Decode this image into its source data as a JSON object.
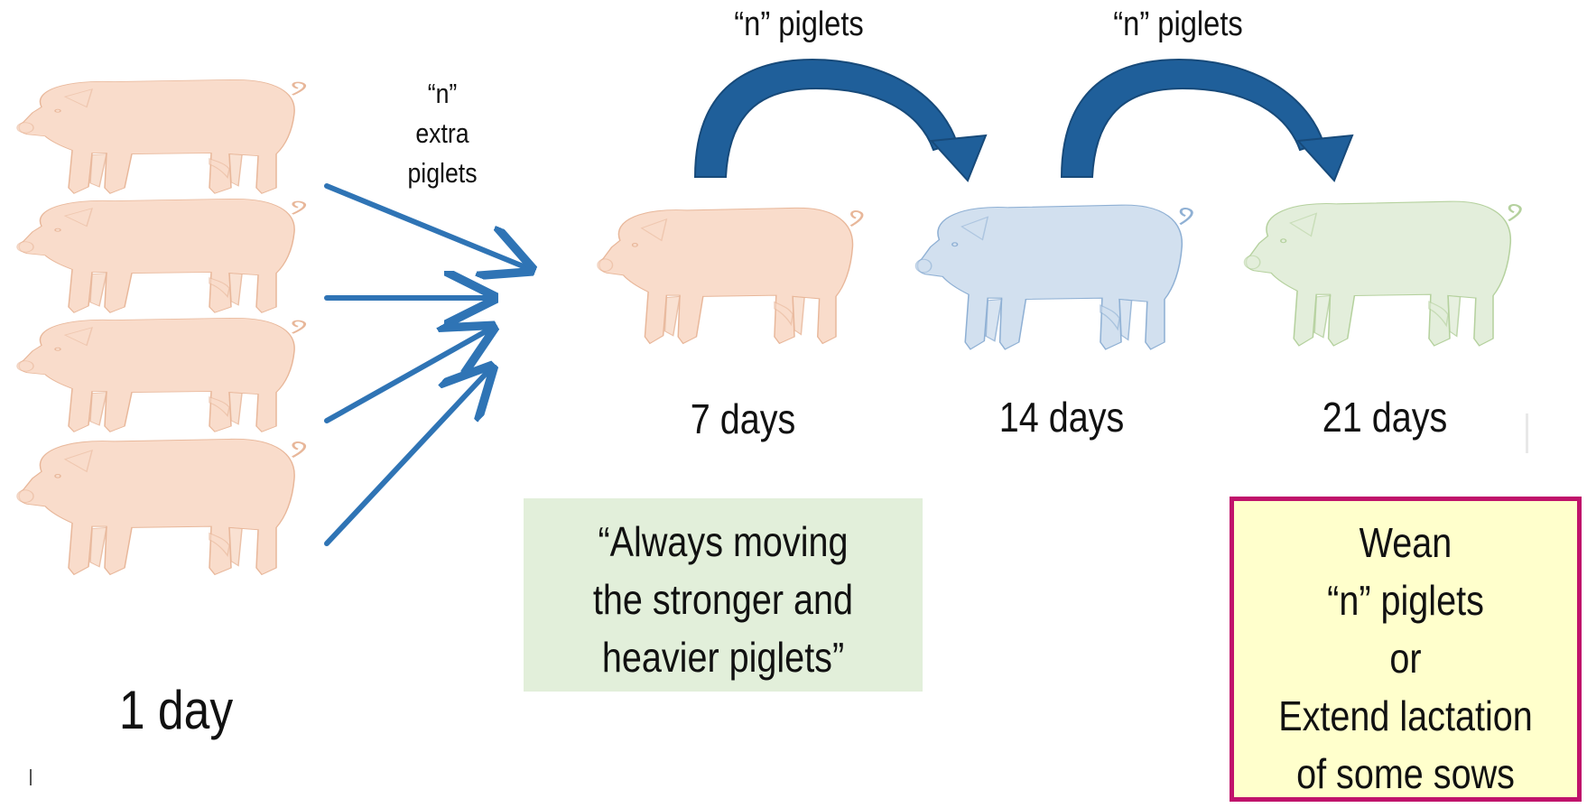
{
  "labels": {
    "extra_line1": "“n”",
    "extra_line2": "extra",
    "extra_line3": "piglets",
    "transfer_1": "“n” piglets",
    "transfer_2": "“n” piglets",
    "day_1": "1 day",
    "day_7": "7 days",
    "day_14": "14 days",
    "day_21": "21 days"
  },
  "note": {
    "line1": "“Always moving",
    "line2": "the stronger and",
    "line3": "heavier piglets”"
  },
  "wean": {
    "line1": "Wean",
    "line2": "“n” piglets",
    "line3": "or",
    "line4": "Extend lactation",
    "line5": "of some sows"
  },
  "colors": {
    "sow_orange": "#f9dccb",
    "sow_orange_accent": "#ef9a5c",
    "sow_blue": "#d2e0ef",
    "sow_blue_accent": "#5b8fc5",
    "sow_green": "#e3eedb",
    "sow_green_accent": "#8dbb6a",
    "arrow_blue": "#2f74b5",
    "curved_arrow_blue": "#1f5f9a",
    "note_bg": "#e2efda",
    "wean_bg": "#ffffcc",
    "wean_border": "#c0136b"
  },
  "icons": [
    "pig-icon",
    "arrow-icon",
    "curved-arrow-icon"
  ]
}
